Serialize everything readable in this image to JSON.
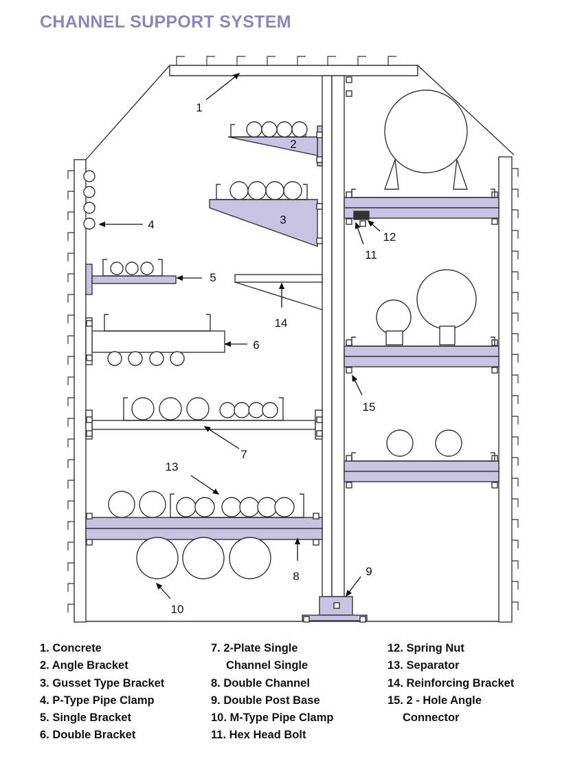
{
  "title": "CHANNEL SUPPORT SYSTEM",
  "colors": {
    "title": "#8a86c2",
    "channel_fill": "#c9c3e3",
    "line": "#333333"
  },
  "callouts": [
    "1",
    "2",
    "3",
    "4",
    "5",
    "6",
    "7",
    "8",
    "9",
    "10",
    "11",
    "12",
    "13",
    "14",
    "15"
  ],
  "legend": {
    "col1": [
      {
        "l1": "1. Concrete"
      },
      {
        "l1": "2. Angle Bracket"
      },
      {
        "l1": "3. Gusset Type Bracket"
      },
      {
        "l1": "4. P-Type Pipe Clamp"
      },
      {
        "l1": "5. Single Bracket"
      },
      {
        "l1": "6. Double Bracket"
      }
    ],
    "col2": [
      {
        "l1": "7. 2-Plate Single",
        "l2": "Channel Single"
      },
      {
        "l1": "8. Double Channel"
      },
      {
        "l1": "9. Double Post Base"
      },
      {
        "l1": "10. M-Type Pipe Clamp"
      },
      {
        "l1": "11. Hex Head Bolt"
      }
    ],
    "col3": [
      {
        "l1": "12. Spring Nut"
      },
      {
        "l1": "13. Separator"
      },
      {
        "l1": "14. Reinforcing Bracket"
      },
      {
        "l1": "15. 2 - Hole Angle",
        "l2": "Connector"
      }
    ]
  }
}
